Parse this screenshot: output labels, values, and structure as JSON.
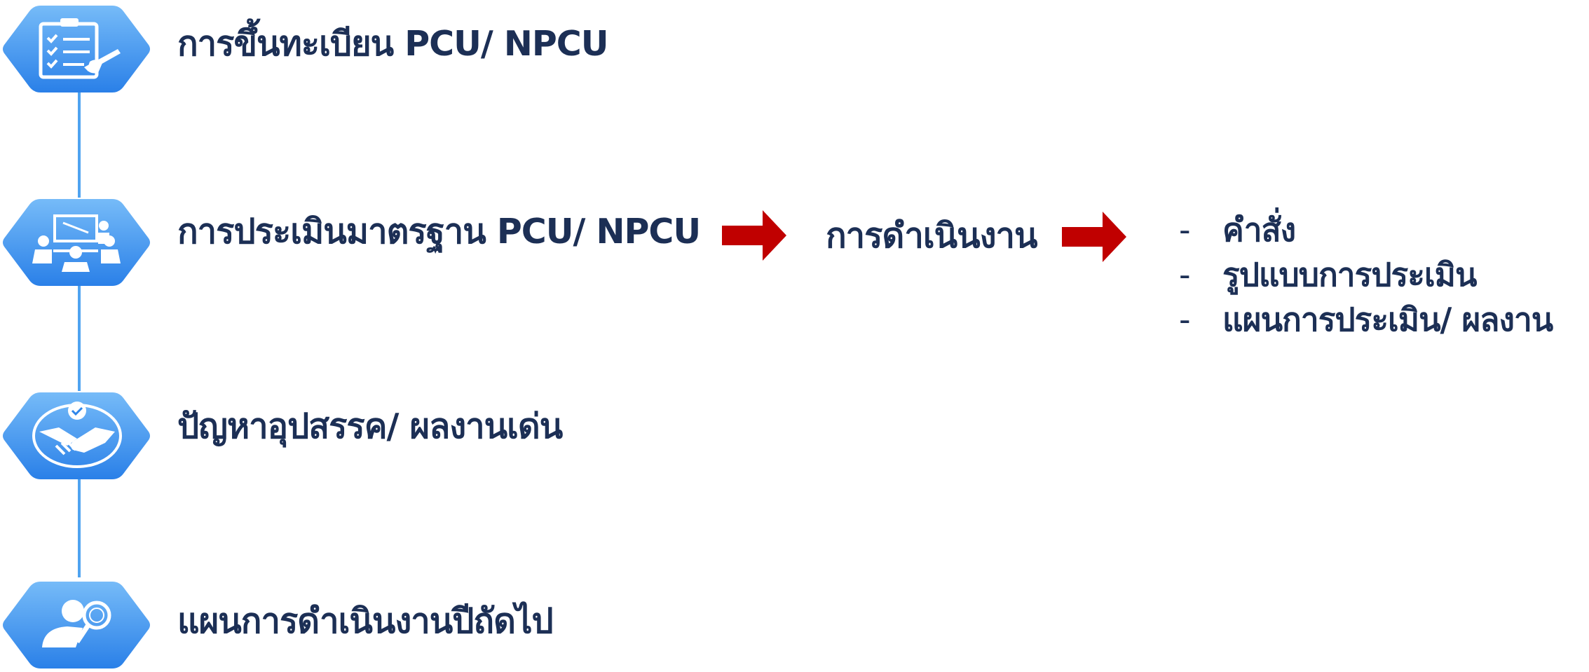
{
  "steps": [
    {
      "label": "การขึ้นทะเบียน PCU/ NPCU",
      "icon": "clipboard-checklist-icon"
    },
    {
      "label": "การประเมินมาตรฐาน PCU/ NPCU",
      "icon": "meeting-presentation-icon"
    },
    {
      "label": "ปัญหาอุปสรรค/ ผลงานเด่น",
      "icon": "handshake-icon"
    },
    {
      "label": "แผนการดำเนินงานปีถัดไป",
      "icon": "person-search-icon"
    }
  ],
  "flow": {
    "middle_label": "การดำเนินงาน",
    "details": [
      {
        "dash": "-",
        "text": "คำสั่ง"
      },
      {
        "dash": "-",
        "text": "รูปแบบการประเมิน"
      },
      {
        "dash": "-",
        "text": "แผนการประเมิน/ ผลงาน"
      }
    ]
  },
  "colors": {
    "hexagon_top": "#6fb6f7",
    "hexagon_bottom": "#2f86ea",
    "connector": "#4fa3f0",
    "text": "#1c2f55",
    "arrow": "#c00000"
  }
}
